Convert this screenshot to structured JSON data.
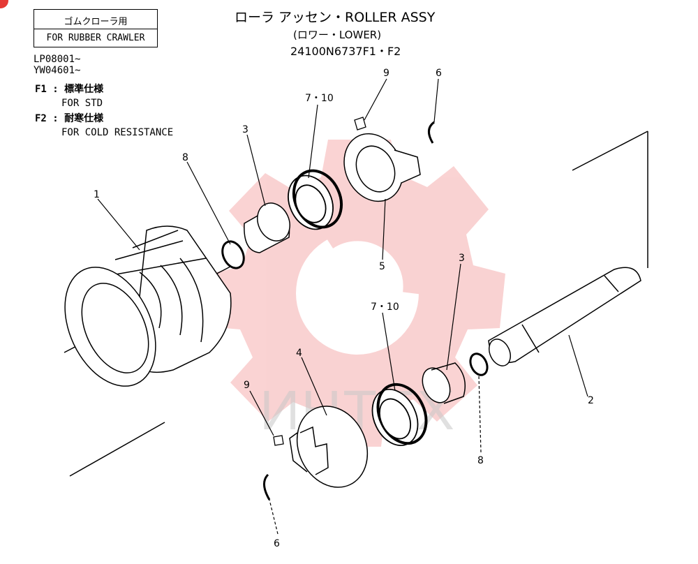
{
  "header": {
    "box_line1": "ゴムクローラ用",
    "box_line2": "FOR RUBBER CRAWLER",
    "serial_1": "LP08001~",
    "serial_2": "YW04601~",
    "f1_label": "F1 : 標準仕様",
    "f1_sub": "FOR STD",
    "f2_label": "F2 : 耐寒仕様",
    "f2_sub": "FOR COLD RESISTANCE"
  },
  "title": {
    "main": "ローラ アッセン・ROLLER ASSY",
    "sub": "(ロワー・LOWER)",
    "part_number": "24100N6737F1・F2"
  },
  "watermark": {
    "text": "ИНТЕХ",
    "gear_color": "#f08080"
  },
  "callouts": {
    "c1": "1",
    "c2": "2",
    "c3a": "3",
    "c3b": "3",
    "c4": "4",
    "c5": "5",
    "c6a": "6",
    "c6b": "6",
    "c710a": "7・10",
    "c710b": "7・10",
    "c8a": "8",
    "c8b": "8",
    "c9a": "9",
    "c9b": "9"
  }
}
